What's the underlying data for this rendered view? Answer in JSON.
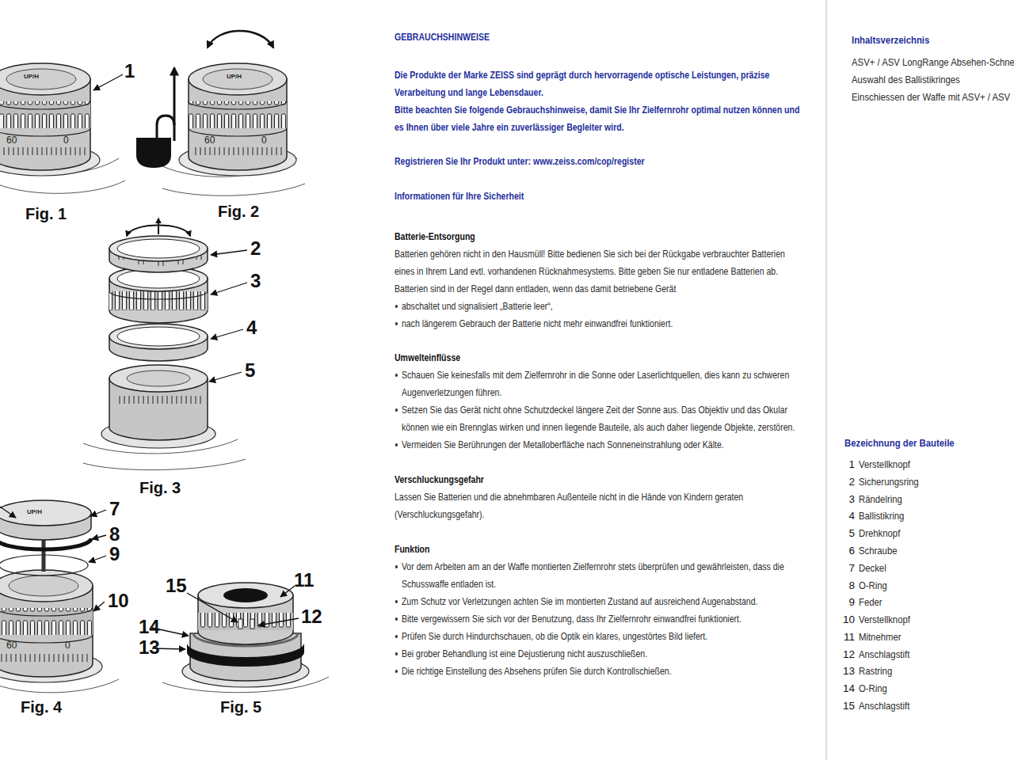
{
  "diagram": {
    "title": "GEBRAUCHSHINWEISE",
    "labels": [
      "1",
      "Fig. 1",
      "Fig. 2",
      "2",
      "3",
      "4",
      "5",
      "Fig. 3",
      "7",
      "8",
      "9",
      "10",
      "Fig. 4",
      "15",
      "11",
      "12",
      "14",
      "13",
      "Fig. 5",
      "60",
      "0",
      "60",
      "0",
      "60",
      "0",
      "UP/H",
      "UP/H",
      "UP/H",
      "Die Produkte der Marke ZEISS sind geprägt durch hervorragende optische Leistungen, präzise Verarbeitung und lange Lebensdauer.",
      "Bitte beachten Sie folgende Gebrauchshinweise, damit Sie Ihr Zielfernrohr optimal nutzen können und es Ihnen über viele Jahre ein zuverlässiger Begleiter wird.",
      "Registrieren Sie Ihr Produkt unter: www.zeiss.com/cop/register",
      "Informationen für Ihre Sicherheit",
      "Batterie-Entsorgung",
      "Batterien gehören nicht in den Hausmüll! Bitte bedienen Sie sich bei der Rückgabe verbrauchter Batterien eines in Ihrem Land evtl. vorhandenen Rücknahmesystems. Bitte geben Sie nur entladene Batterien ab. Batterien sind in der Regel dann entladen, wenn das damit betriebene Gerät",
      "abschaltet und signalisiert „Batterie leer“,",
      "nach längerem Gebrauch der Batterie nicht mehr einwandfrei funktioniert.",
      "Umwelteinflüsse",
      "Schauen Sie keinesfalls mit dem Zielfernrohr in die Sonne oder Laserlichtquellen, dies kann zu schweren Augenverletzungen führen.",
      "Setzen Sie das Gerät nicht ohne Schutzdeckel längere Zeit der Sonne aus. Das Objektiv und das Okular können wie ein Brennglas wirken und innen liegende Bauteile, als auch daher liegende Objekte, zerstören.",
      "Vermeiden Sie Berührungen der Metalloberfläche nach Sonneneinstrahlung oder Kälte.",
      "Verschluckungsgefahr",
      "Lassen Sie Batterien und die abnehmbaren Außenteile nicht in die Hände von Kindern geraten (Verschluckungsgefahr).",
      "Funktion",
      "Vor dem Arbeiten am an der Waffe montierten Zielfernrohr stets überprüfen und gewährleisten, dass die Schusswaffe entladen ist.",
      "Zum Schutz vor Verletzungen achten Sie im montierten Zustand auf ausreichend Augenabstand.",
      "Bitte vergewissern Sie sich vor der Benutzung, dass Ihr Zielfernrohr einwandfrei funktioniert.",
      "Prüfen Sie durch Hindurchschauen, ob die Optik ein klares, ungestörtes Bild liefert.",
      "Bei grober Behandlung ist eine Dejustierung nicht auszuschließen.",
      "Die richtige Einstellung des Absehens prüfen Sie durch Kontrollschießen.",
      "Inhaltsverzeichnis",
      "ASV+ / ASV LongRange Absehen-Schne",
      "Auswahl des Ballistikringes",
      "Einschiessen der Waffe mit ASV+ / ASV",
      "Bezeichnung der Bauteile",
      "1",
      "Verstellknopf",
      "2",
      "Sicherungsring",
      "3",
      "Rändelring",
      "4",
      "Ballistikring",
      "5",
      "Drehknopf",
      "6",
      "Schraube",
      "7",
      "Deckel",
      "8",
      "O-Ring",
      "9",
      "Feder",
      "10",
      "Verstellknopf",
      "11",
      "Mitnehmer",
      "12",
      "Anschlagstift",
      "13",
      "Rastring",
      "14",
      "O-Ring",
      "15",
      "Anschlagstift"
    ]
  }
}
